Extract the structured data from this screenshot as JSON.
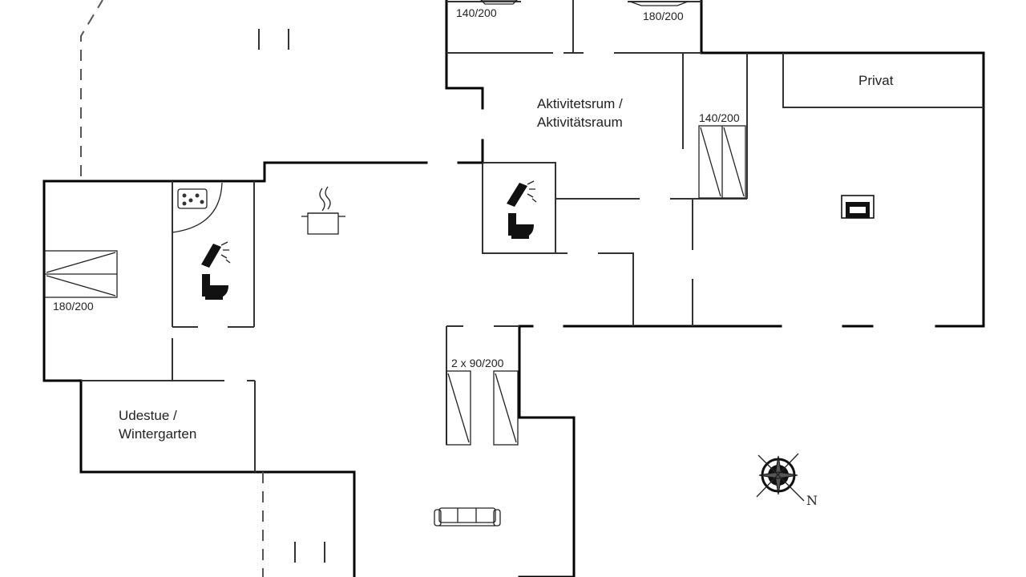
{
  "rooms": {
    "aktivitet_line1": "Aktivitetsrum /",
    "aktivitet_line2": "Aktivitätsraum",
    "privat": "Privat",
    "udestue_line1": "Udestue /",
    "udestue_line2": "Wintergarten"
  },
  "beds": {
    "top_left": "140/200",
    "top_right": "180/200",
    "middle": "140/200",
    "west": "180/200",
    "twin": "2 x 90/200"
  },
  "compass": {
    "north_label": "N"
  },
  "icons": [
    "stove-pot-icon",
    "jacuzzi-icon",
    "shower-icon",
    "toilet-icon",
    "sofa-icon",
    "fireplace-icon",
    "compass-rose-icon"
  ]
}
